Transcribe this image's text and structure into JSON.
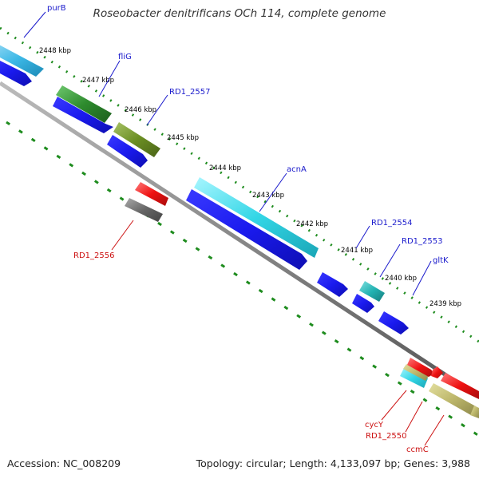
{
  "header": {
    "title": "Roseobacter denitrificans OCh 114, complete genome"
  },
  "footer": {
    "accession": "Accession: NC_008209",
    "topology": "Topology: circular; Length: 4,133,097 bp; Genes: 3,988"
  },
  "colors": {
    "backbone": "#888888",
    "tick": "#1e8c1e",
    "forward_label": "#1a1acc",
    "reverse_label": "#cc1111"
  },
  "ticks": [
    "2448 kbp",
    "2447 kbp",
    "2446 kbp",
    "2445 kbp",
    "2444 kbp",
    "2443 kbp",
    "2442 kbp",
    "2441 kbp",
    "2440 kbp",
    "2439 kbp"
  ],
  "gene_labels": [
    {
      "text": "purB",
      "strand": "forward"
    },
    {
      "text": "fliG",
      "strand": "forward"
    },
    {
      "text": "RD1_2557",
      "strand": "forward"
    },
    {
      "text": "acnA",
      "strand": "forward"
    },
    {
      "text": "RD1_2554",
      "strand": "forward"
    },
    {
      "text": "RD1_2553",
      "strand": "forward"
    },
    {
      "text": "gltK",
      "strand": "forward"
    },
    {
      "text": "RD1_2556",
      "strand": "reverse"
    },
    {
      "text": "cycY",
      "strand": "reverse"
    },
    {
      "text": "RD1_2550",
      "strand": "reverse"
    },
    {
      "text": "ccmC",
      "strand": "reverse"
    }
  ],
  "gene_colors": {
    "cyan": "#33d6e6",
    "sky": "#3cb8e6",
    "dark_green": "#2e8b2e",
    "olive": "#6b8e23",
    "blue": "#1a1aee",
    "teal": "#22b2b2",
    "red": "#ee1111",
    "gray": "#666666",
    "khaki": "#bdb76b"
  }
}
